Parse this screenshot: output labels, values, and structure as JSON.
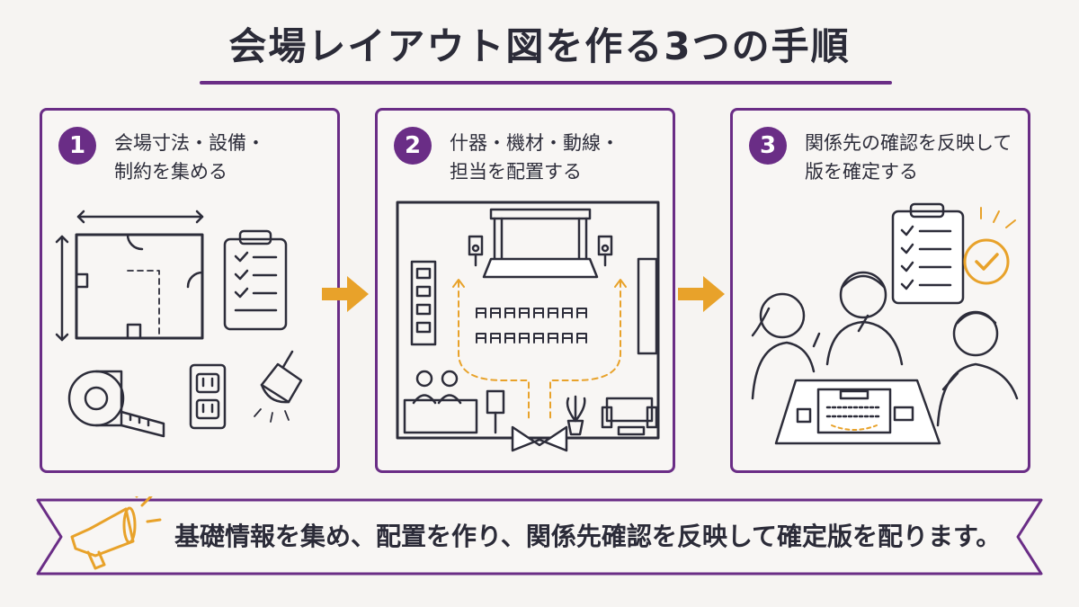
{
  "title": "会場レイアウト図を作る3つの手順",
  "steps": [
    {
      "number": "1",
      "text": "会場寸法・設備・\n制約を集める"
    },
    {
      "number": "2",
      "text": "什器・機材・動線・\n担当を配置する"
    },
    {
      "number": "3",
      "text": "関係先の確認を反映して\n版を確定する"
    }
  ],
  "summary": "基礎情報を集め、配置を作り、関係先確認を反映して確定版を配ります。",
  "colors": {
    "accent": "#6a2d86",
    "arrow": "#e8a22a",
    "background": "#f6f4f2"
  },
  "icons": {
    "step1": [
      "floor-plan-icon",
      "clipboard-checklist-icon",
      "tape-measure-icon",
      "power-outlet-icon",
      "spotlight-icon"
    ],
    "step2": [
      "stage-truss-icon",
      "speaker-icon",
      "chair-rows-icon",
      "reception-desk-icon",
      "sofa-icon",
      "plant-icon",
      "entrance-icon"
    ],
    "step3": [
      "people-meeting-icon",
      "checklist-icon",
      "checkmark-icon",
      "layout-sheet-icon"
    ],
    "banner": [
      "megaphone-icon"
    ]
  }
}
